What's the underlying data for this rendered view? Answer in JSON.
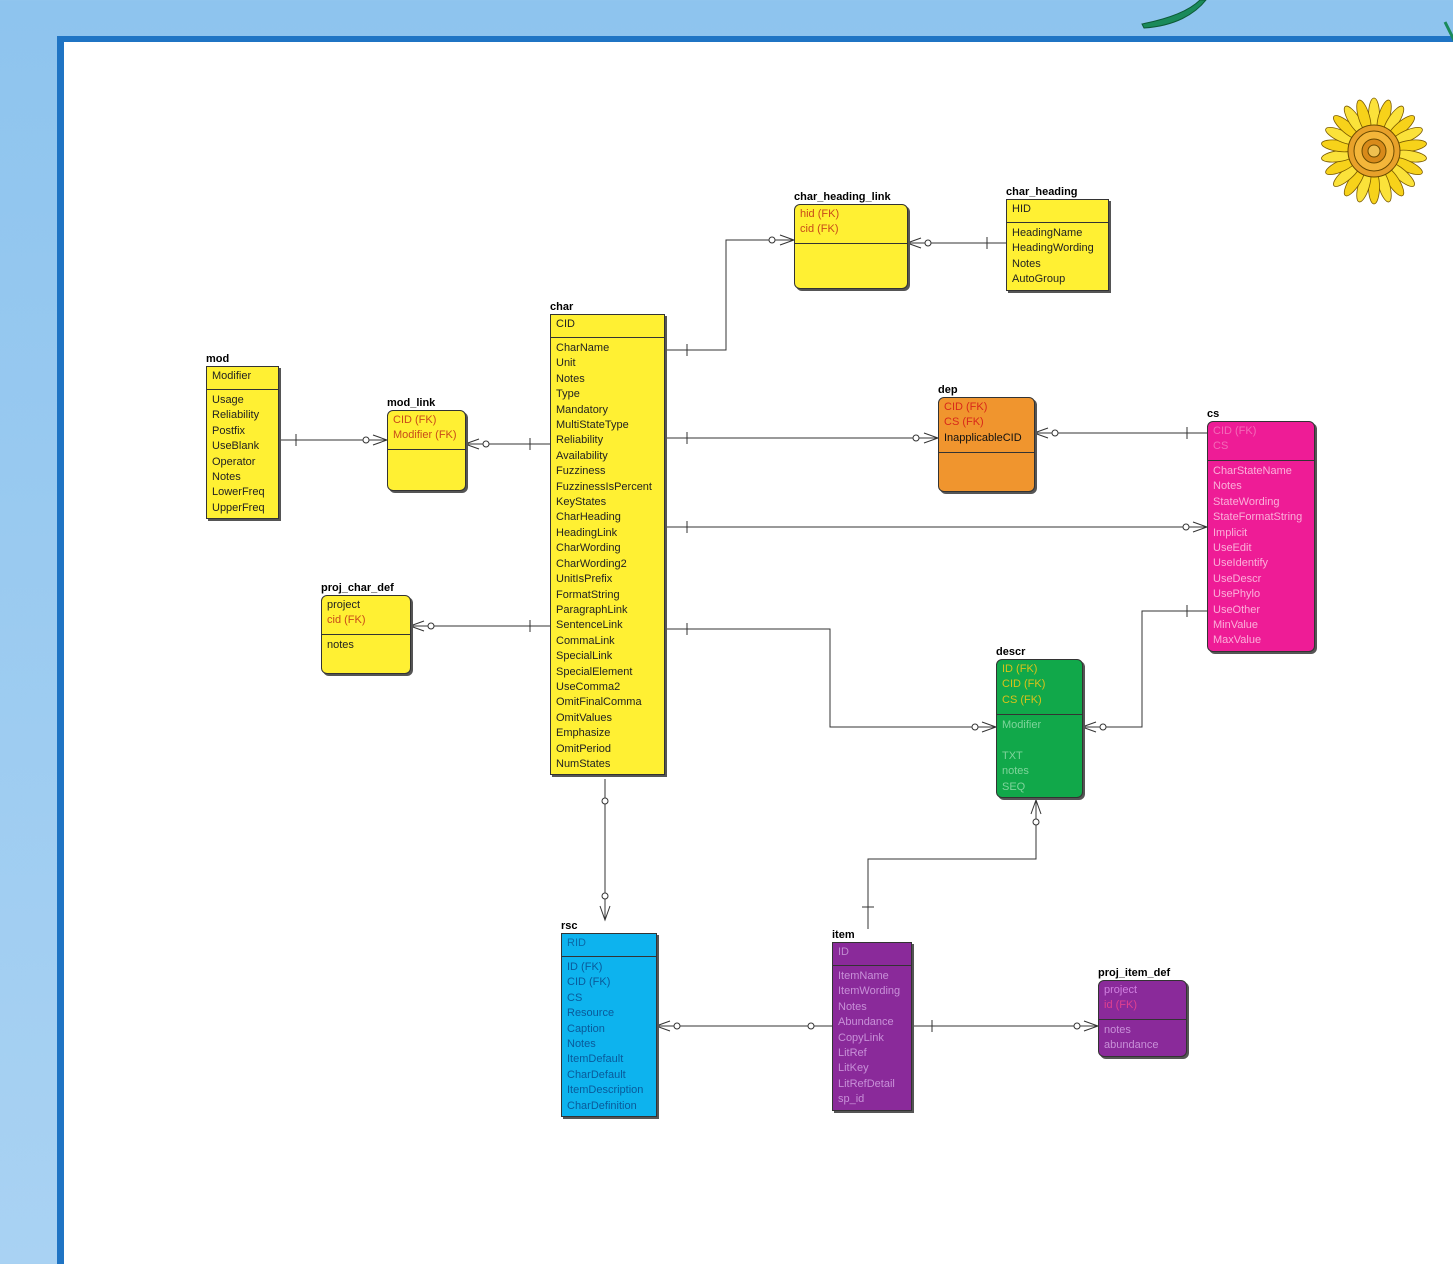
{
  "entities": [
    {
      "id": "mod",
      "title": "mod",
      "bg": "#fff033",
      "keys": [
        "Modifier"
      ],
      "attrs": [
        "Usage",
        "Reliability",
        "Postfix",
        "UseBlank",
        "Operator",
        "Notes",
        "LowerFreq",
        "UpperFreq"
      ]
    },
    {
      "id": "mod_link",
      "title": "mod_link",
      "bg": "#fff033",
      "keys": [
        "CID (FK)",
        "Modifier (FK)"
      ],
      "attrs": []
    },
    {
      "id": "char",
      "title": "char",
      "bg": "#fff033",
      "keys": [
        "CID"
      ],
      "attrs": [
        "CharName",
        "Unit",
        "Notes",
        "Type",
        "Mandatory",
        "MultiStateType",
        "Reliability",
        "Availability",
        "Fuzziness",
        "FuzzinessIsPercent",
        "KeyStates",
        "CharHeading",
        "HeadingLink",
        "CharWording",
        "CharWording2",
        "UnitIsPrefix",
        "FormatString",
        "ParagraphLink",
        "SentenceLink",
        "CommaLink",
        "SpecialLink",
        "SpecialElement",
        "UseComma2",
        "OmitFinalComma",
        "OmitValues",
        "Emphasize",
        "OmitPeriod",
        "NumStates"
      ]
    },
    {
      "id": "char_heading_link",
      "title": "char_heading_link",
      "bg": "#fff033",
      "keys": [
        "hid (FK)",
        "cid (FK)"
      ],
      "attrs": []
    },
    {
      "id": "char_heading",
      "title": "char_heading",
      "bg": "#fff033",
      "keys": [
        "HID"
      ],
      "attrs": [
        "HeadingName",
        "HeadingWording",
        "Notes",
        "AutoGroup"
      ]
    },
    {
      "id": "proj_char_def",
      "title": "proj_char_def",
      "bg": "#fff033",
      "keys": [
        "project",
        "cid (FK)"
      ],
      "attrs": [
        "notes"
      ]
    },
    {
      "id": "dep",
      "title": "dep",
      "bg": "#f0952e",
      "keys": [
        "CID (FK)",
        "CS (FK)",
        "InapplicableCID"
      ],
      "attrs": []
    },
    {
      "id": "cs",
      "title": "cs",
      "bg": "#ee1c96",
      "keys": [
        "CID (FK)",
        "CS"
      ],
      "attrs": [
        "CharStateName",
        "Notes",
        "StateWording",
        "StateFormatString",
        "Implicit",
        "UseEdit",
        "UseIdentify",
        "UseDescr",
        "UsePhylo",
        "UseOther",
        "MinValue",
        "MaxValue"
      ]
    },
    {
      "id": "descr",
      "title": "descr",
      "bg": "#11a84a",
      "keys": [
        "ID (FK)",
        "CID (FK)",
        "CS (FK)"
      ],
      "attrs": [
        "Modifier",
        "",
        "TXT",
        "notes",
        "SEQ"
      ]
    },
    {
      "id": "rsc",
      "title": "rsc",
      "bg": "#0db3ee",
      "keys": [
        "RID"
      ],
      "attrs": [
        "ID (FK)",
        "CID (FK)",
        "CS",
        "Resource",
        "Caption",
        "Notes",
        "ItemDefault",
        "CharDefault",
        "ItemDescription",
        "CharDefinition"
      ]
    },
    {
      "id": "item",
      "title": "item",
      "bg": "#8a2a9a",
      "keys": [
        "ID"
      ],
      "attrs": [
        "ItemName",
        "ItemWording",
        "Notes",
        "Abundance",
        "CopyLink",
        "LitRef",
        "LitKey",
        "LitRefDetail",
        "sp_id"
      ]
    },
    {
      "id": "proj_item_def",
      "title": "proj_item_def",
      "bg": "#8a2a9a",
      "keys": [
        "project",
        "id (FK)"
      ],
      "attrs": [
        "notes",
        "abundance"
      ]
    }
  ]
}
